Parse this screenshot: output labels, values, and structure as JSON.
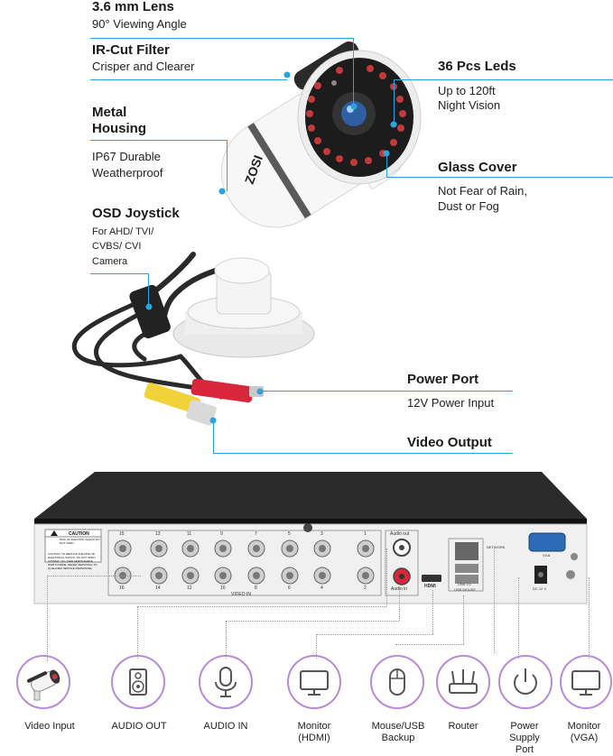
{
  "features": {
    "lens": {
      "title": "3.6 mm Lens",
      "desc": "90° Viewing Angle"
    },
    "ircut": {
      "title": "IR-Cut Filter",
      "desc": "Crisper and Clearer"
    },
    "metal": {
      "title_line1": "Metal",
      "title_line2": "Housing",
      "desc_line1": "IP67 Durable",
      "desc_line2": "Weatherproof"
    },
    "osd": {
      "title": "OSD Joystick",
      "desc_line1": "For AHD/ TVI/",
      "desc_line2": "CVBS/ CVI",
      "desc_line3": "Camera"
    },
    "leds": {
      "title": "36 Pcs Leds",
      "desc_line1": "Up to 120ft",
      "desc_line2": "Night Vision"
    },
    "glass": {
      "title": "Glass Cover",
      "desc_line1": "Not Fear of Rain,",
      "desc_line2": "Dust or Fog"
    },
    "power": {
      "title": "Power Port",
      "desc": "12V Power Input"
    },
    "video": {
      "title": "Video Output"
    }
  },
  "camera": {
    "brand": "ZOSI"
  },
  "dvr": {
    "caution_title": "CAUTION",
    "caution_text": "RISK OF ELECTRIC SHOCK DO NOT OPEN",
    "caution_body": "CAUTION: TO REDUCE THE RISK OF ELECTRICAL SHOCK, DO NOT OPEN COVERS. NO USER SERVICEABLE PARTS INSIDE. REFER SERVICING TO QUALIFIED SERVICE PERSONNEL.",
    "top_numbers": [
      "15",
      "13",
      "11",
      "9",
      "7",
      "5",
      "3",
      "1"
    ],
    "bottom_numbers": [
      "16",
      "14",
      "12",
      "10",
      "8",
      "6",
      "4",
      "2"
    ],
    "video_in_label": "VIDEO IN",
    "audio_out_label": "Audio out",
    "audio_in_label": "Audio in",
    "hdmi_label": "HDMI",
    "network_label": "NETWORK",
    "usb_label": "USB MOUSE",
    "usb_sub": "USB 2.0",
    "vga_label": "VGA",
    "dc_label": "DC 12 V"
  },
  "ports": [
    {
      "label_line1": "Video Input",
      "label_line2": "",
      "label_line3": ""
    },
    {
      "label_line1": "AUDIO OUT",
      "label_line2": "",
      "label_line3": ""
    },
    {
      "label_line1": "AUDIO IN",
      "label_line2": "",
      "label_line3": ""
    },
    {
      "label_line1": "Monitor",
      "label_line2": "(HDMI)",
      "label_line3": ""
    },
    {
      "label_line1": "Mouse/USB",
      "label_line2": "Backup",
      "label_line3": ""
    },
    {
      "label_line1": "Router",
      "label_line2": "",
      "label_line3": ""
    },
    {
      "label_line1": "Power",
      "label_line2": "Supply",
      "label_line3": "Port"
    },
    {
      "label_line1": "Monitor",
      "label_line2": "(VGA)",
      "label_line3": ""
    }
  ],
  "colors": {
    "accent_line": "#2aa4de",
    "icon_purple": "#b98ad7",
    "dvr_body": "#1e1e1e"
  }
}
